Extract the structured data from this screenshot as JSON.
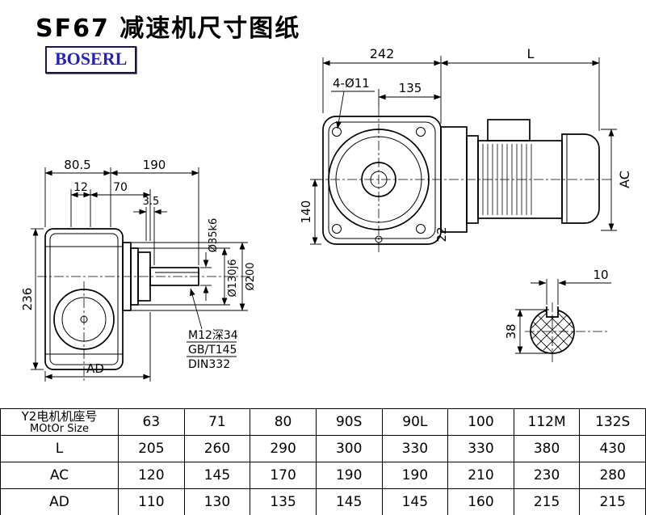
{
  "title": "SF67 减速机尺寸图纸",
  "logo_text": "BOSERL",
  "colors": {
    "line": "#000000",
    "background": "#ffffff",
    "logo_text": "#2222bb",
    "logo_border": "#15154f"
  },
  "side_view": {
    "dim_80_5": "80.5",
    "dim_190": "190",
    "dim_12": "12",
    "dim_70": "70",
    "dim_3_5": "3.5",
    "dim_236": "236",
    "dim_ad": "AD",
    "dia_shaft": "Ø35k6",
    "dia_spigot": "Ø130j6",
    "dia_flange": "Ø200",
    "thread_note_line1": "M12深34",
    "thread_note_line2": "GB/T145",
    "thread_note_line3": "DIN332"
  },
  "front_view": {
    "dim_242": "242",
    "dim_l": "L",
    "holes_note": "4-Ø11",
    "dim_135": "135",
    "dim_140": "140",
    "dim_22": "22",
    "dim_ac": "AC"
  },
  "shaft_view": {
    "dim_10": "10",
    "dim_38": "38"
  },
  "table": {
    "header": {
      "line1": "Y2电机机座号",
      "line2": "MOtOr Size"
    },
    "motor_sizes": [
      "63",
      "71",
      "80",
      "90S",
      "90L",
      "100",
      "112M",
      "132S"
    ],
    "rows": [
      {
        "label": "L",
        "values": [
          "205",
          "260",
          "290",
          "300",
          "330",
          "330",
          "380",
          "430"
        ]
      },
      {
        "label": "AC",
        "values": [
          "120",
          "145",
          "170",
          "190",
          "190",
          "210",
          "230",
          "280"
        ]
      },
      {
        "label": "AD",
        "values": [
          "110",
          "130",
          "135",
          "145",
          "145",
          "160",
          "215",
          "215"
        ]
      }
    ]
  }
}
